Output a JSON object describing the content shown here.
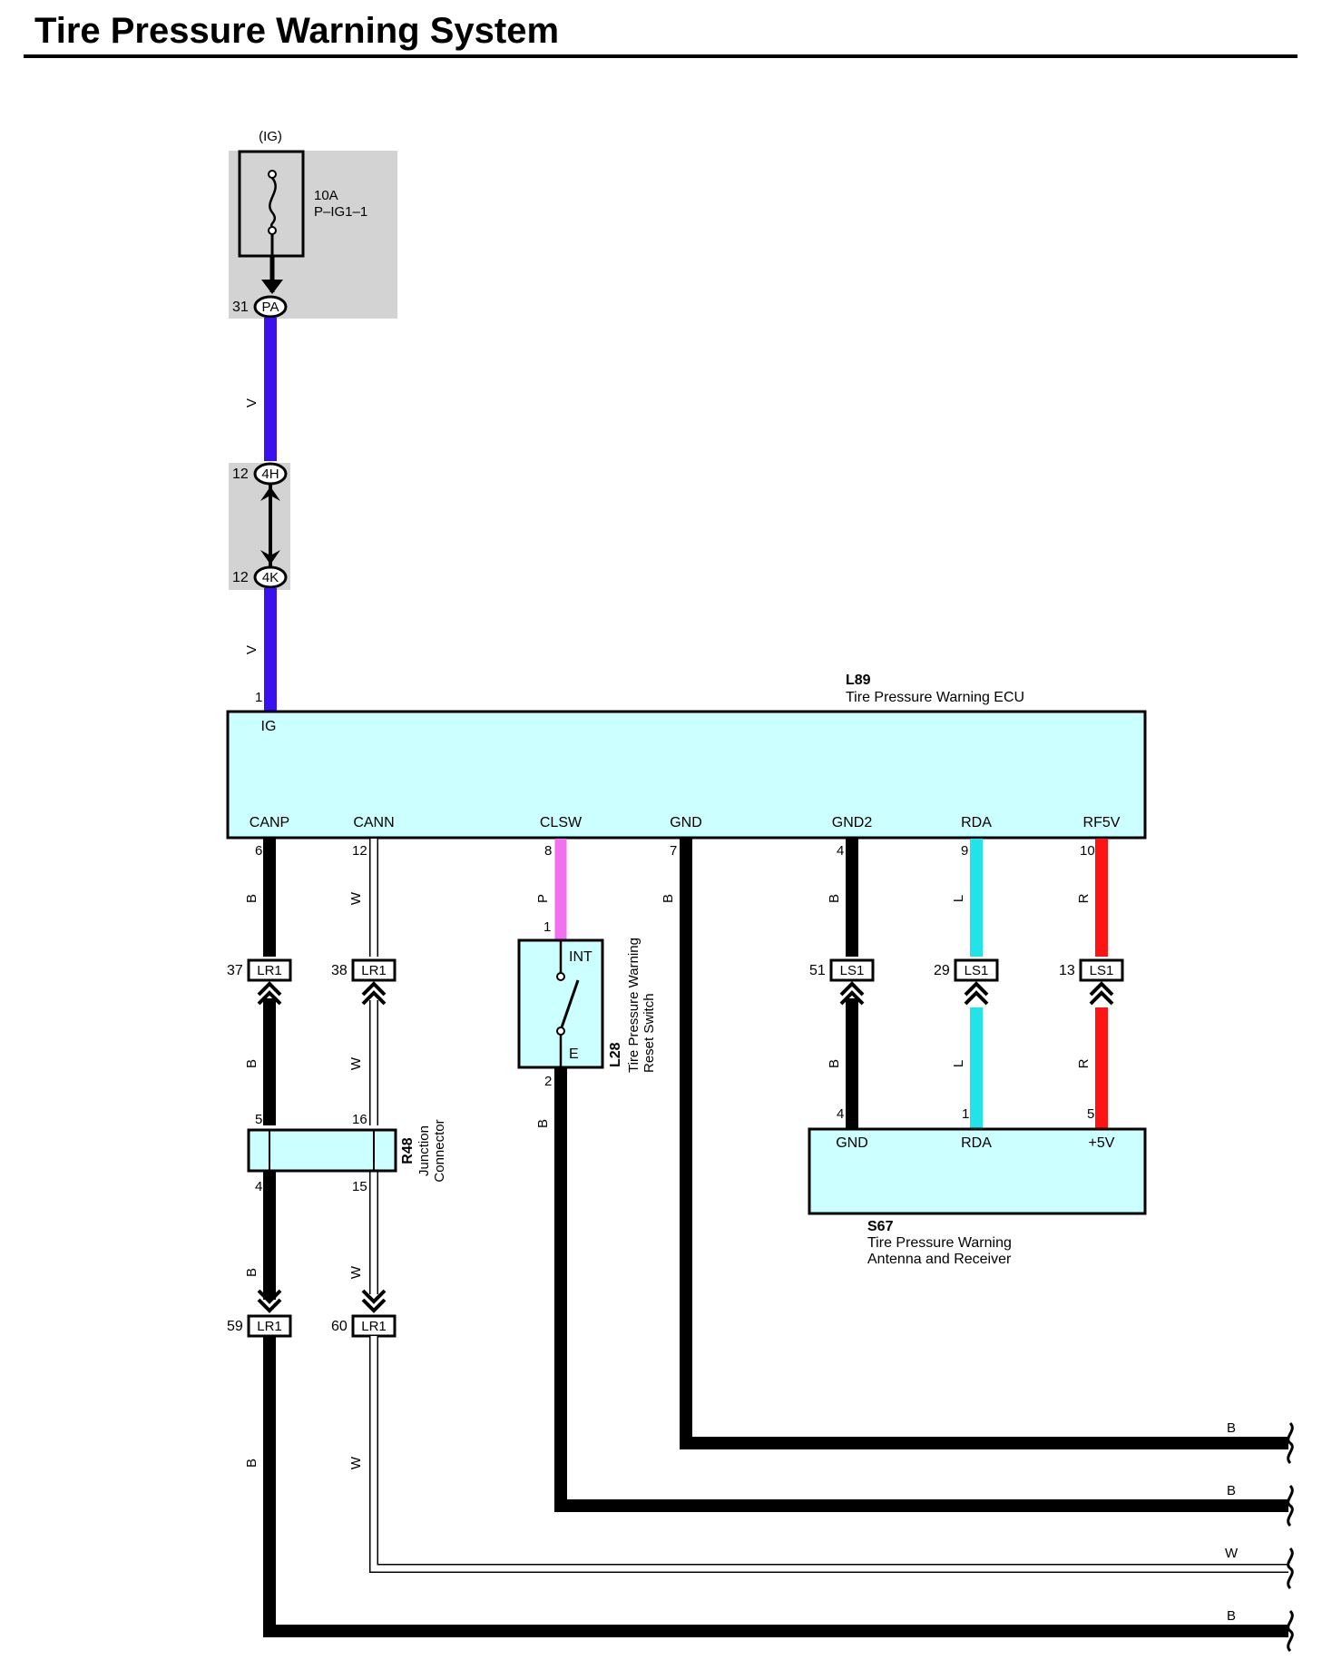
{
  "title": "Tire Pressure Warning System",
  "colors": {
    "violet": "#3a10ee",
    "pink": "#f070f0",
    "light_blue": "#22e4e8",
    "red": "#ff1414",
    "black": "#000000",
    "white": "#ffffff",
    "component_fill": "#ccffff",
    "fuse_block_fill": "#d3d3d3"
  },
  "fuse": {
    "supply": "(IG)",
    "rating": "10A",
    "name": "P–IG1–1"
  },
  "connectors": {
    "pa": {
      "code": "PA",
      "pin": "31"
    },
    "h4": {
      "code": "4H",
      "pin": "12"
    },
    "k4": {
      "code": "4K",
      "pin": "12"
    },
    "lr1_a": {
      "code": "LR1",
      "pin": "37"
    },
    "lr1_b": {
      "code": "LR1",
      "pin": "38"
    },
    "lr1_c": {
      "code": "LR1",
      "pin": "59"
    },
    "lr1_d": {
      "code": "LR1",
      "pin": "60"
    },
    "ls1_a": {
      "code": "LS1",
      "pin": "51"
    },
    "ls1_b": {
      "code": "LS1",
      "pin": "29"
    },
    "ls1_c": {
      "code": "LS1",
      "pin": "13"
    }
  },
  "ecu": {
    "ref": "L89",
    "name": "Tire Pressure Warning ECU",
    "ig_terminal": "IG",
    "ig_pin": "1",
    "terminals": [
      {
        "name": "CANP",
        "pin": "6"
      },
      {
        "name": "CANN",
        "pin": "12"
      },
      {
        "name": "CLSW",
        "pin": "8"
      },
      {
        "name": "GND",
        "pin": "7"
      },
      {
        "name": "GND2",
        "pin": "4"
      },
      {
        "name": "RDA",
        "pin": "9"
      },
      {
        "name": "RF5V",
        "pin": "10"
      }
    ]
  },
  "switch": {
    "ref": "L28",
    "name_line1": "Tire Pressure Warning",
    "name_line2": "Reset Switch",
    "int_label": "INT",
    "e_label": "E",
    "pin_top": "1",
    "pin_bottom": "2"
  },
  "junction": {
    "ref": "R48",
    "name_line1": "Junction",
    "name_line2": "Connector",
    "pin_tl": "5",
    "pin_tr": "16",
    "pin_bl": "4",
    "pin_br": "15"
  },
  "receiver": {
    "ref": "S67",
    "name_line1": "Tire Pressure Warning",
    "name_line2": "Antenna and Receiver",
    "terminals": [
      {
        "name": "GND",
        "pin": "4"
      },
      {
        "name": "RDA",
        "pin": "1"
      },
      {
        "name": "+5V",
        "pin": "5"
      }
    ]
  },
  "wire_codes": {
    "ig_upper": "V",
    "ig_lower": "V",
    "canp_1": "B",
    "canp_2": "B",
    "canp_3": "B",
    "canp_4": "B",
    "cann_1": "W",
    "cann_2": "W",
    "cann_3": "W",
    "cann_4": "W",
    "clsw_top": "P",
    "clsw_bottom": "B",
    "gnd": "B",
    "gnd2_1": "B",
    "gnd2_2": "B",
    "rda_1": "L",
    "rda_2": "L",
    "rf5v_1": "R",
    "rf5v_2": "R",
    "out_1": "B",
    "out_2": "B",
    "out_3": "W",
    "out_4": "B"
  }
}
